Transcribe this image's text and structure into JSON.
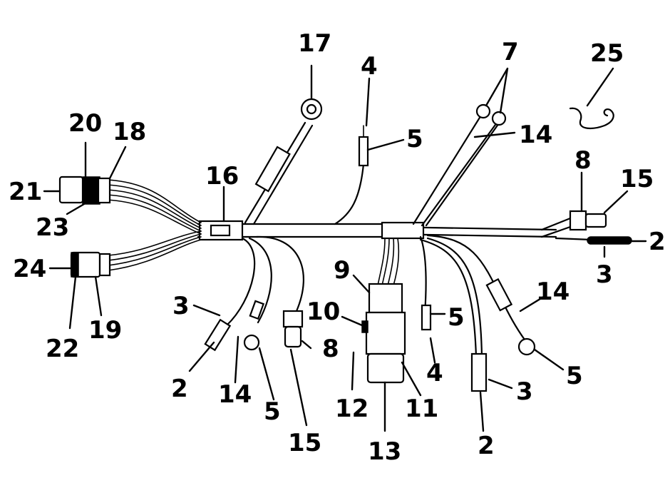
{
  "callouts": {
    "c17": "17",
    "c4_top": "4",
    "c5_top": "5",
    "c7": "7",
    "c14_top": "14",
    "c25": "25",
    "c20": "20",
    "c18": "18",
    "c21": "21",
    "c23": "23",
    "c16": "16",
    "c8_right": "8",
    "c15_right": "15",
    "c2_right": "2",
    "c3_right": "3",
    "c24": "24",
    "c22": "22",
    "c19": "19",
    "c9": "9",
    "c10": "10",
    "c12": "12",
    "c13": "13",
    "c11": "11",
    "c3_left": "3",
    "c2_left": "2",
    "c14_left": "14",
    "c5_left": "5",
    "c8_mid": "8",
    "c15_mid": "15",
    "c5_mid": "5",
    "c4_mid": "4",
    "c14_lowright": "14",
    "c5_lowright": "5",
    "c3_lowright": "3",
    "c2_bottom": "2"
  }
}
